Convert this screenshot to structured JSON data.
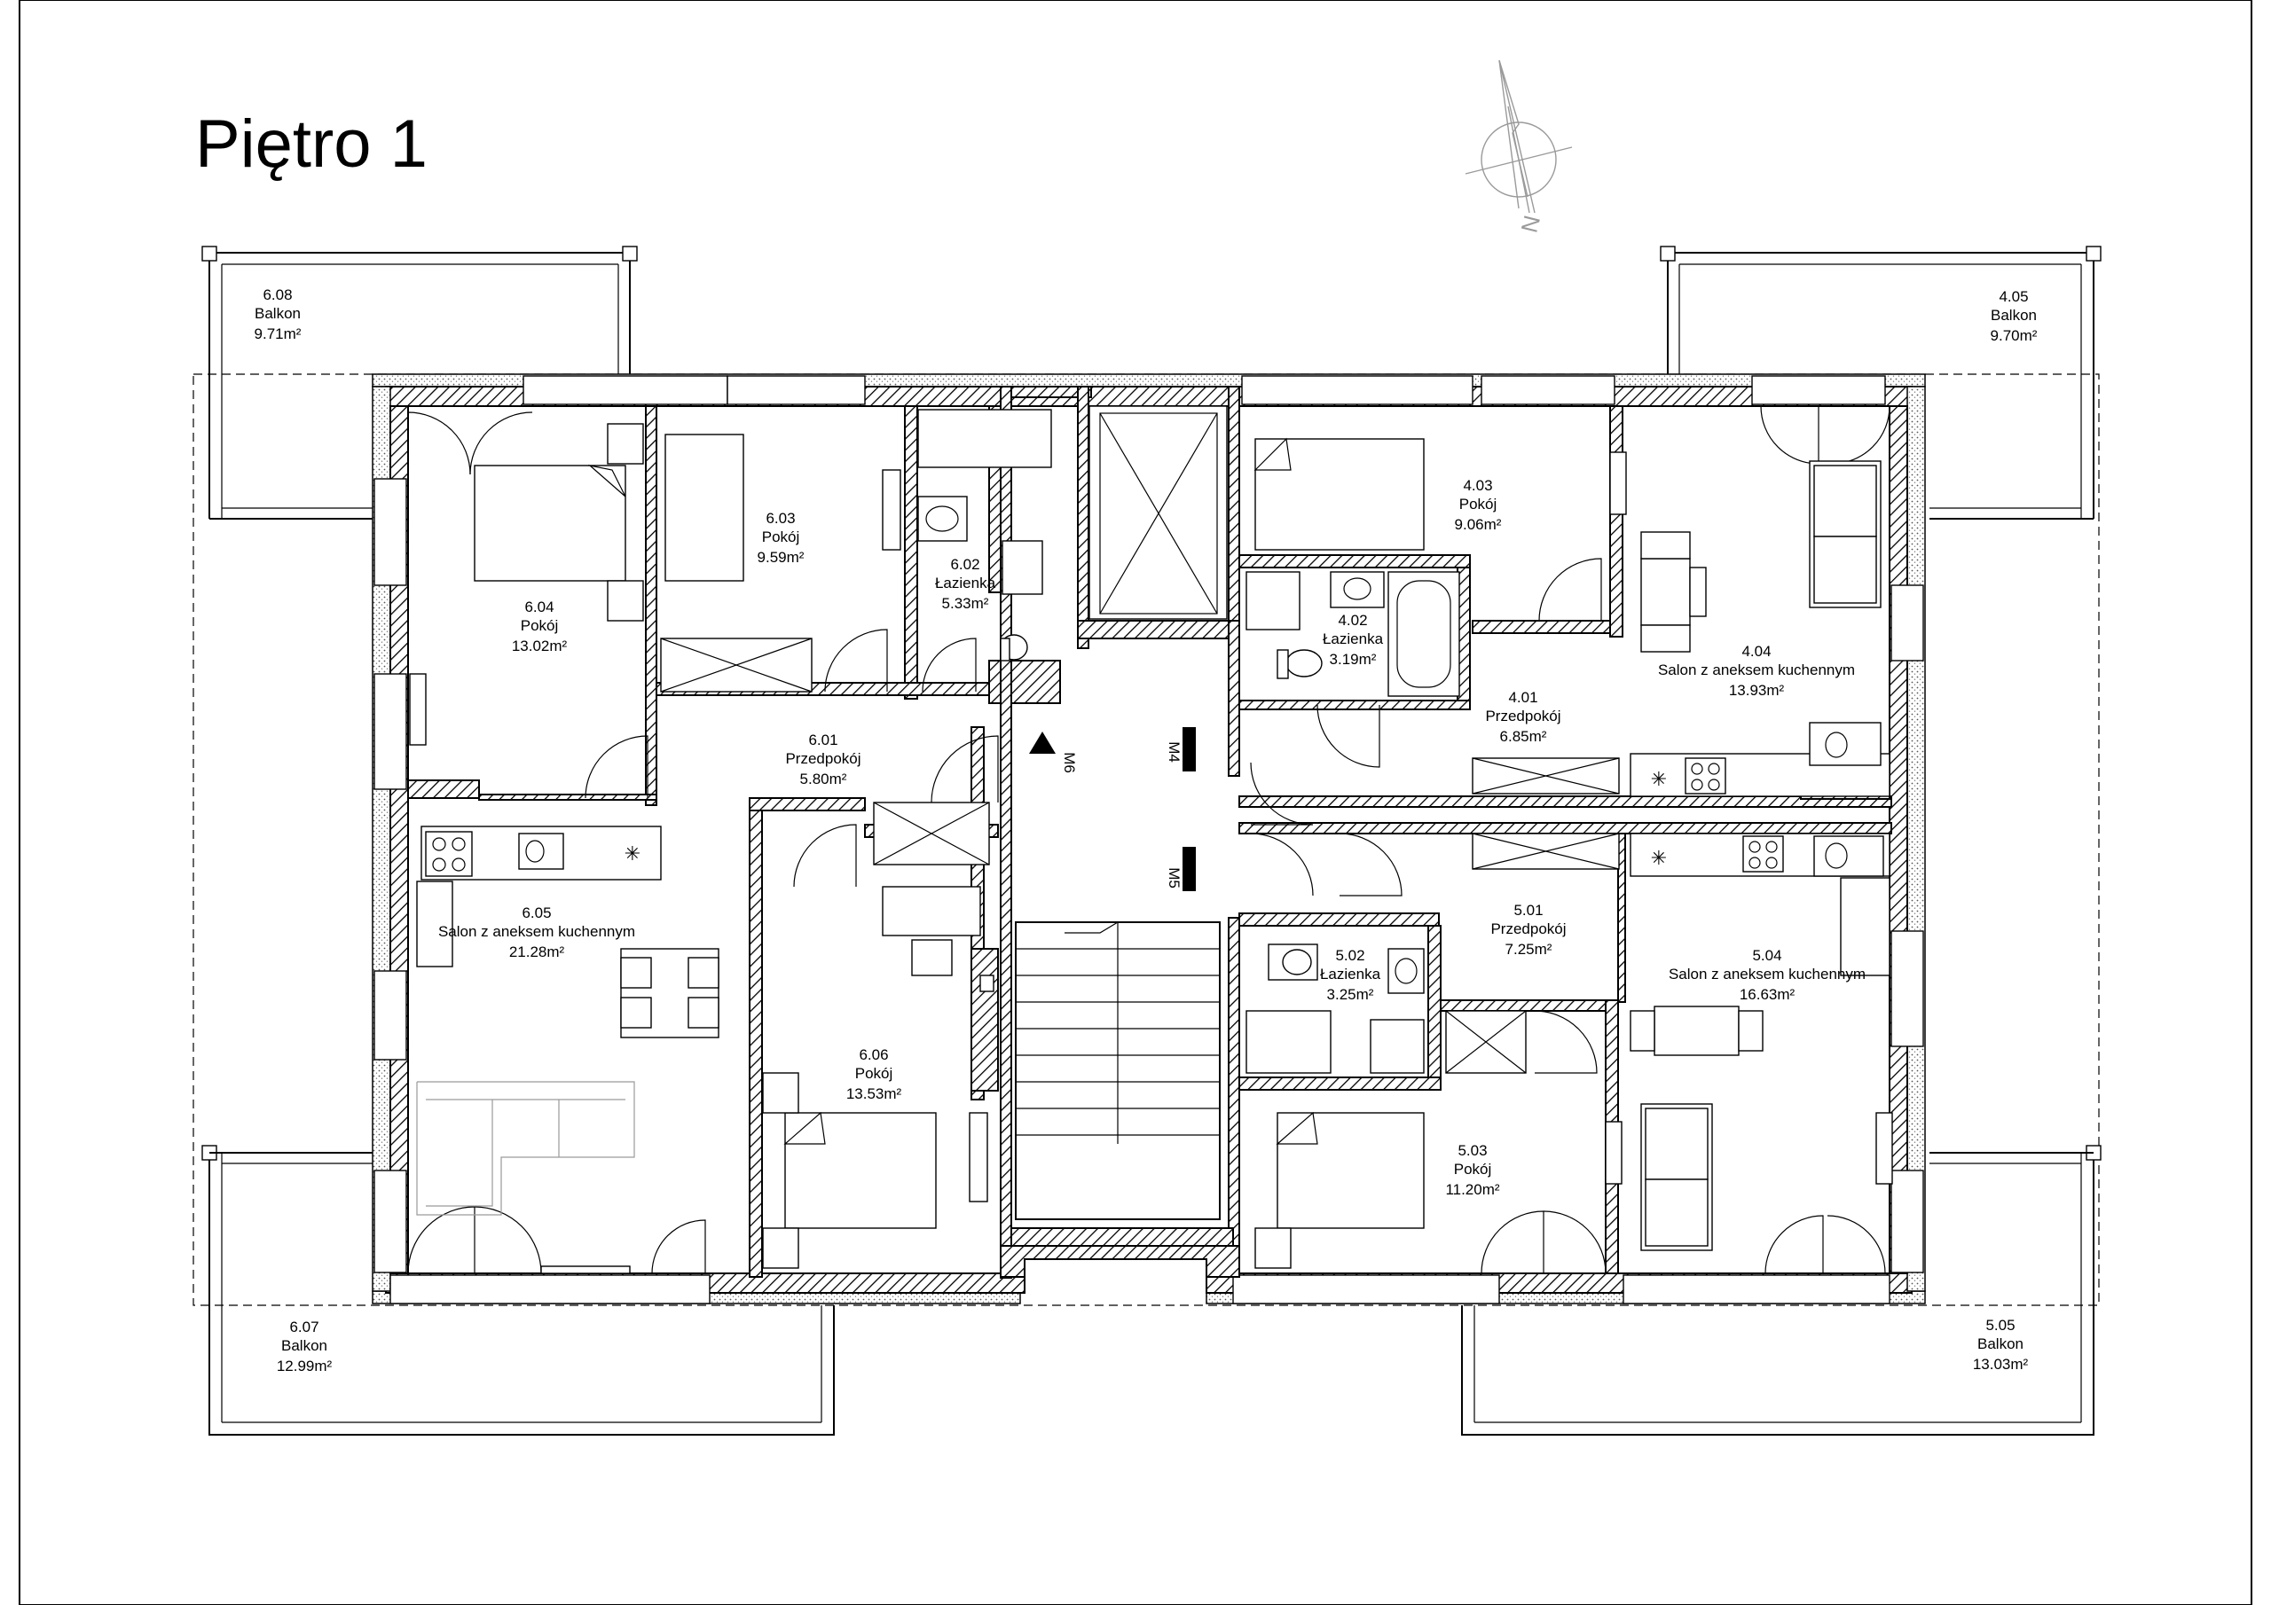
{
  "title": "Piętro 1",
  "compass": {
    "north_label": "N"
  },
  "rooms": [
    {
      "id": "r608",
      "number": "6.08",
      "name": "Balkon",
      "area": "9.71m²"
    },
    {
      "id": "r405",
      "number": "4.05",
      "name": "Balkon",
      "area": "9.70m²"
    },
    {
      "id": "r603",
      "number": "6.03",
      "name": "Pokój",
      "area": "9.59m²"
    },
    {
      "id": "r602",
      "number": "6.02",
      "name": "Łazienka",
      "area": "5.33m²"
    },
    {
      "id": "r604",
      "number": "6.04",
      "name": "Pokój",
      "area": "13.02m²"
    },
    {
      "id": "r601",
      "number": "6.01",
      "name": "Przedpokój",
      "area": "5.80m²"
    },
    {
      "id": "r605",
      "number": "6.05",
      "name": "Salon z aneksem kuchennym",
      "area": "21.28m²"
    },
    {
      "id": "r606",
      "number": "6.06",
      "name": "Pokój",
      "area": "13.53m²"
    },
    {
      "id": "r607",
      "number": "6.07",
      "name": "Balkon",
      "area": "12.99m²"
    },
    {
      "id": "r403",
      "number": "4.03",
      "name": "Pokój",
      "area": "9.06m²"
    },
    {
      "id": "r402",
      "number": "4.02",
      "name": "Łazienka",
      "area": "3.19m²"
    },
    {
      "id": "r401",
      "number": "4.01",
      "name": "Przedpokój",
      "area": "6.85m²"
    },
    {
      "id": "r404",
      "number": "4.04",
      "name": "Salon z aneksem kuchennym",
      "area": "13.93m²"
    },
    {
      "id": "r501",
      "number": "5.01",
      "name": "Przedpokój",
      "area": "7.25m²"
    },
    {
      "id": "r502",
      "number": "5.02",
      "name": "Łazienka",
      "area": "3.25m²"
    },
    {
      "id": "r504",
      "number": "5.04",
      "name": "Salon z aneksem kuchennym",
      "area": "16.63m²"
    },
    {
      "id": "r503",
      "number": "5.03",
      "name": "Pokój",
      "area": "11.20m²"
    },
    {
      "id": "r505",
      "number": "5.05",
      "name": "Balkon",
      "area": "13.03m²"
    }
  ],
  "apartment_entries": [
    {
      "id": "m6",
      "label": "M6"
    },
    {
      "id": "m4",
      "label": "M4"
    },
    {
      "id": "m5",
      "label": "M5"
    }
  ]
}
